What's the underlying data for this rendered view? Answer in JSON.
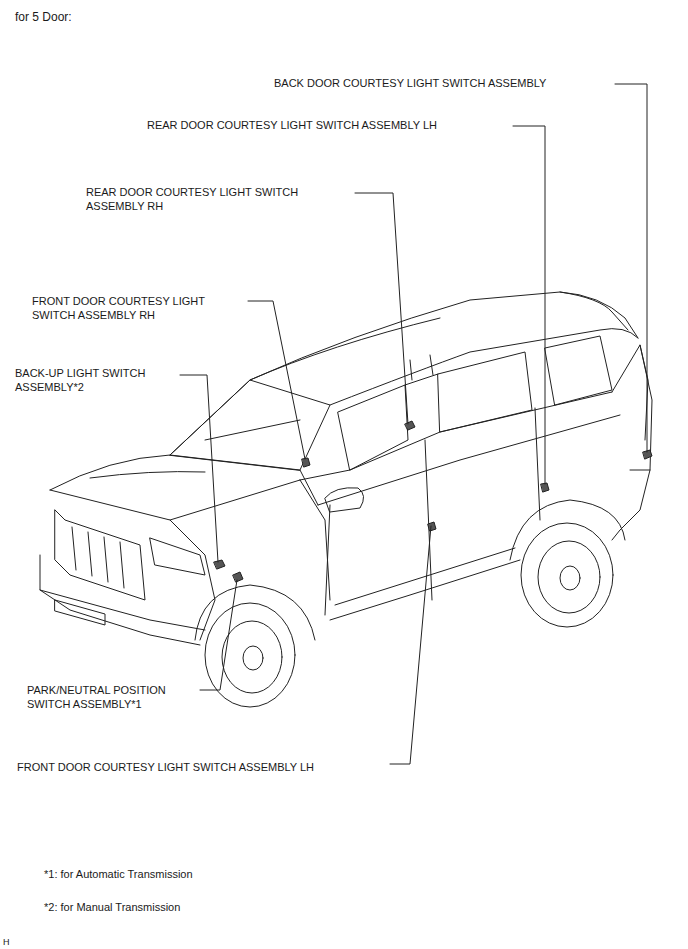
{
  "diagram": {
    "title": "for 5 Door:",
    "labels": [
      "BACK DOOR COURTESY LIGHT SWITCH ASSEMBLY",
      "REAR DOOR COURTESY LIGHT SWITCH ASSEMBLY LH",
      "REAR DOOR COURTESY LIGHT SWITCH ASSEMBLY RH",
      "FRONT DOOR COURTESY LIGHT SWITCH ASSEMBLY RH",
      "BACK-UP LIGHT SWITCH ASSEMBLY*2",
      "PARK/NEUTRAL POSITION SWITCH ASSEMBLY*1",
      "FRONT DOOR COURTESY LIGHT SWITCH ASSEMBLY LH",
      "*1: for Automatic Transmission",
      "*2: for Manual Transmission",
      "H"
    ]
  }
}
